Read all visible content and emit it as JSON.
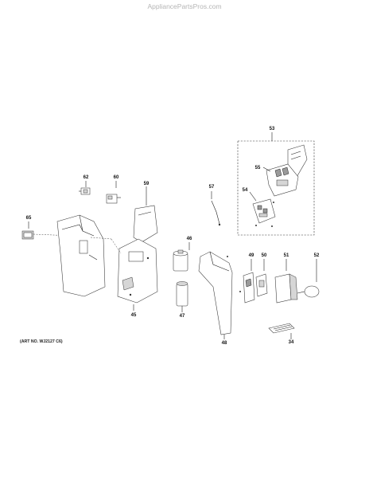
{
  "watermark": "AppliancePartsPros.com",
  "art_number": "(ART NO. WJ2127 C6)",
  "callouts": {
    "c53": "53",
    "c55": "55",
    "c54": "54",
    "c57": "57",
    "c62": "62",
    "c60": "60",
    "c59": "59",
    "c65": "65",
    "c46": "46",
    "c49": "49",
    "c50": "50",
    "c51": "51",
    "c52": "52",
    "c45": "45",
    "c47": "47",
    "c48": "48",
    "c34": "34"
  }
}
